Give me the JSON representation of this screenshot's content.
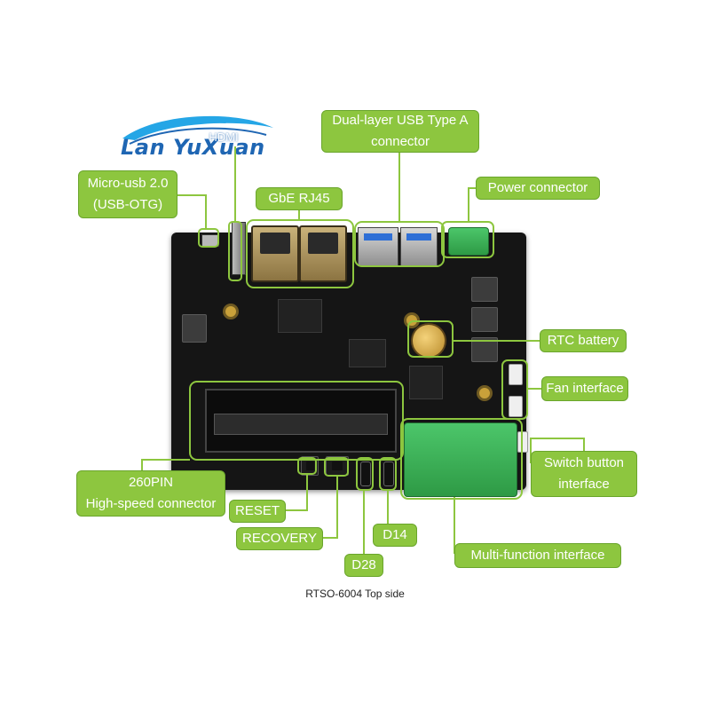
{
  "logo": {
    "text": "Lan YuXuan",
    "colors": {
      "primary": "#1f66b3",
      "swoosh": "#25a6e6"
    }
  },
  "callouts": {
    "hdmi": "HDMI",
    "usb_type_a": [
      "Dual-layer USB Type A",
      "connector"
    ],
    "micro_usb": [
      "Micro-usb 2.0",
      "(USB-OTG)"
    ],
    "gbe_rj45": "GbE RJ45",
    "power_connector": "Power connector",
    "rtc_battery": "RTC battery",
    "fan_interface": "Fan interface",
    "switch_button": [
      "Switch button",
      "interface"
    ],
    "high_speed_connector": [
      "260PIN",
      "High-speed connector"
    ],
    "reset": "RESET",
    "recovery": "RECOVERY",
    "d14": "D14",
    "d28": "D28",
    "multi_function": "Multi-function interface"
  },
  "caption": "RTSO-6004 Top side",
  "colors": {
    "callout_fill": "#8dc63f",
    "callout_text": "#ffffff",
    "board": "#151515",
    "background": "#ffffff"
  }
}
